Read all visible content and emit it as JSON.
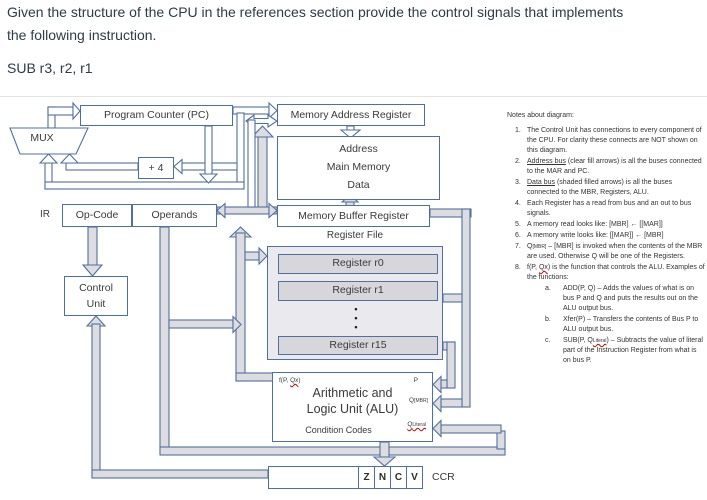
{
  "question": {
    "line1": "Given the structure of the CPU in the references section provide the control signals that implements",
    "line2": "the following instruction.",
    "instruction": "SUB r3, r2, r1"
  },
  "diagram": {
    "pc_label": "Program Counter (PC)",
    "mux_label": "MUX",
    "plus4_label": "+ 4",
    "ir_label": "IR",
    "opcode_label": "Op-Code",
    "operands_label": "Operands",
    "control_unit_line1": "Control",
    "control_unit_line2": "Unit",
    "mar_label": "Memory Address Register",
    "memory": {
      "line1": "Address",
      "line2": "Main Memory",
      "line3": "Data"
    },
    "mbr_label": "Memory Buffer Register",
    "register_file": {
      "title": "Register File",
      "reg0": "Register r0",
      "reg1": "Register r1",
      "reg15": "Register r15",
      "dots": [
        "•",
        "•",
        "•"
      ]
    },
    "alu": {
      "f_pre": "f(P, ",
      "f_squig": "Qx",
      "f_post": ")",
      "p_label": "P",
      "q_mbr_base": "Q",
      "q_mbr_sub": "[MBR]",
      "q_lit_base": "Q",
      "q_lit_sub": "Literal",
      "name1": "Arithmetic and",
      "name2": "Logic Unit (ALU)",
      "condition_codes": "Condition Codes"
    },
    "ccr": {
      "flags": [
        "Z",
        "N",
        "C",
        "V"
      ],
      "label": "CCR"
    }
  },
  "notes": {
    "title": "Notes about diagram:",
    "items": [
      {
        "num": "1.",
        "text": "The Control Unit has connections to every component of the CPU. For clarity these connects are NOT shown on this diagram."
      },
      {
        "num": "2.",
        "lead": "Address bus",
        "text": " (clear fill arrows) is all the buses connected to the MAR and PC."
      },
      {
        "num": "3.",
        "lead": "Data bus",
        "text": " (shaded filled arrows) is all the buses connected to the MBR, Registers, ALU."
      },
      {
        "num": "4.",
        "text": "Each Register has a read from bus and an out to bus signals."
      },
      {
        "num": "5.",
        "text": "A memory read looks like: [MBR] ← [[MAR]]"
      },
      {
        "num": "6.",
        "text": "A memory write looks like: [[MAR]] ← [MBR]"
      },
      {
        "num": "7.",
        "base": "Q",
        "sub": "[MBR]",
        "text": " – [MBR] is invoked when the contents of the MBR are used. Otherwise Q will be one of the Registers."
      },
      {
        "num": "8.",
        "pre": "f(P, ",
        "squig": "Qx",
        "text": ") is the function that controls the ALU. Examples of the functions:"
      }
    ],
    "sub_items": [
      {
        "num": "a.",
        "text": "ADD(P, Q) – Adds the values of what is on bus P and Q and puts the results out on the ALU output bus."
      },
      {
        "num": "b.",
        "text": "Xfer(P) – Transfers the contents of Bus P to ALU output bus."
      },
      {
        "num": "c.",
        "pre": "SUB(P, Q",
        "sub": "Literal",
        "text": ") – Subtracts the value of literal part of the Instruction Register from what is on bus P."
      }
    ]
  }
}
